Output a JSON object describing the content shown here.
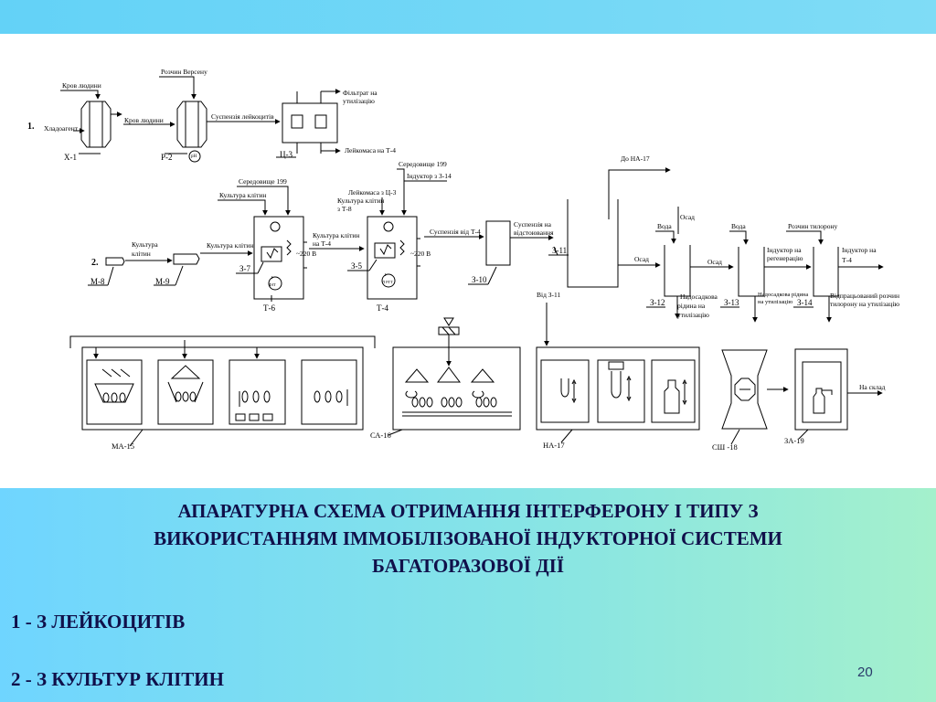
{
  "slide": {
    "title": "АПАРАТУРНА СХЕМА ОТРИМАННЯ ІНТЕРФЕРОНУ І ТИПУ З\nВИКОРИСТАННЯМ ІММОБІЛІЗОВАНОЇ  ІНДУКТОРНОЇ СИСТЕМИ\nБАГАТОРАЗОВОЇ ДІЇ",
    "line1": "1 - З ЛЕЙКОЦИТІВ",
    "line2": "2 - З КУЛЬТУР КЛІТИН",
    "page_number": "20"
  },
  "diagram": {
    "row_labels": {
      "r1": "1.",
      "r2": "2."
    },
    "equipment": {
      "x1": "Х-1",
      "r2": "Р-2",
      "c3": "Ц-3",
      "m8": "М-8",
      "m9": "М-9",
      "z7": "З-7",
      "t6": "Т-6",
      "z5": "З-5",
      "t4": "Т-4",
      "z10": "З-10",
      "z11": "З-11",
      "z12": "З-12",
      "z13": "З-13",
      "z14": "З-14",
      "ma15": "МА-15",
      "ca16": "СА-16",
      "na17": "НА-17",
      "ssh18": "СШ -18",
      "za19": "ЗА-19"
    },
    "streams": {
      "blood_top": "Кров людини",
      "coolant": "Хладоагент",
      "blood_mid": "Кров людини",
      "versen": "Розчин Версену",
      "leuko_susp": "Суспензія лейкоцитів",
      "filtrate1": "Фільтрат на",
      "filtrate2": "утилізацію",
      "leukomass_t4": "Лейкомаса на Т-4",
      "culture_m8_1": "Культура",
      "culture_m8_2": "клітин",
      "culture_m9": "Культура клітин",
      "medium199_t6": "Середовище 199",
      "culture_t6": "Культура клітин",
      "culture_to_t4_1": "Культура клітин",
      "culture_to_t4_2": "на Т-4",
      "v220_t6": "~220 В",
      "medium199_t4": "Середовище 199",
      "inductor_from_z14": "Індуктор з З-14",
      "leukomass_from_c3": "Лейкомаса з Ц-3",
      "culture_from_t8_1": "Культура клітин",
      "culture_from_t8_2": "з Т-8",
      "v220_t4": "~220 В",
      "susp_from_t4": "Суспензія від Т-4",
      "susp_settling1": "Суспензія на",
      "susp_settling2": "відстоювання",
      "to_na17": "До НА-17",
      "sediment_a": "Осад",
      "sediment_b": "Осад",
      "sediment_c": "Осад",
      "water_a": "Вода",
      "water_b": "Вода",
      "tilorone": "Розчин тилорону",
      "inductor_regen1": "Індуктор на",
      "inductor_regen2": "регенерацію",
      "inductor_t4_1": "Індуктор на",
      "inductor_t4_2": "Т-4",
      "supernatant1": "Надосадкова",
      "supernatant2": "рідина на",
      "supernatant3": "утилізацію",
      "supernatant_util1": "Надосадкова рідина",
      "supernatant_util2": "на утилізацію",
      "spent_tilorone1": "Відпрацьований розчин",
      "spent_tilorone2": "тилорону на утилізацію",
      "from_z11": "Від З-11",
      "to_warehouse": "На склад"
    },
    "small_tags": {
      "pH": "pH",
      "t": "t",
      "fit": "ФІТ",
      "fit2": "Л РГТ"
    }
  }
}
